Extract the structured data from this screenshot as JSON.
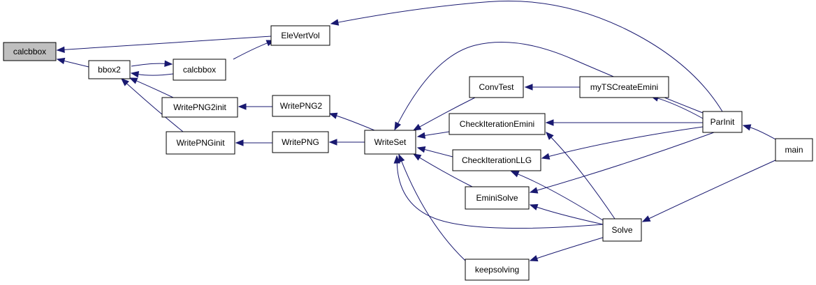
{
  "diagram": {
    "nodes": [
      {
        "id": "calcbbox_root",
        "label": "calcbbox",
        "highlight": true,
        "clickable": false
      },
      {
        "id": "bbox2",
        "label": "bbox2",
        "clickable": true
      },
      {
        "id": "calcbbox2",
        "label": "calcbbox",
        "clickable": true
      },
      {
        "id": "elevertvol",
        "label": "EleVertVol",
        "clickable": true
      },
      {
        "id": "writepng2init",
        "label": "WritePNG2init",
        "clickable": true
      },
      {
        "id": "writepnginit",
        "label": "WritePNGinit",
        "clickable": true
      },
      {
        "id": "writepng2",
        "label": "WritePNG2",
        "clickable": true
      },
      {
        "id": "writepng",
        "label": "WritePNG",
        "clickable": true
      },
      {
        "id": "writeset",
        "label": "WriteSet",
        "clickable": true
      },
      {
        "id": "convtest",
        "label": "ConvTest",
        "clickable": true
      },
      {
        "id": "checkemini",
        "label": "CheckIterationEmini",
        "clickable": true
      },
      {
        "id": "checkllg",
        "label": "CheckIterationLLG",
        "clickable": true
      },
      {
        "id": "eminisolve",
        "label": "EminiSolve",
        "clickable": true
      },
      {
        "id": "keepsolving",
        "label": "keepsolving",
        "clickable": true
      },
      {
        "id": "mytscreate",
        "label": "myTSCreateEmini",
        "clickable": true
      },
      {
        "id": "parinit",
        "label": "ParInit",
        "clickable": true
      },
      {
        "id": "solve",
        "label": "Solve",
        "clickable": true
      },
      {
        "id": "main",
        "label": "main",
        "clickable": true
      }
    ],
    "edges": [
      {
        "from": "bbox2",
        "to": "calcbbox_root"
      },
      {
        "from": "elevertvol",
        "to": "calcbbox_root"
      },
      {
        "from": "calcbbox2",
        "to": "bbox2"
      },
      {
        "from": "bbox2",
        "to": "calcbbox2"
      },
      {
        "from": "writepng2init",
        "to": "bbox2"
      },
      {
        "from": "writepnginit",
        "to": "bbox2"
      },
      {
        "from": "calcbbox2",
        "to": "elevertvol"
      },
      {
        "from": "parinit",
        "to": "elevertvol"
      },
      {
        "from": "writepng2",
        "to": "writepng2init"
      },
      {
        "from": "writepng",
        "to": "writepnginit"
      },
      {
        "from": "writeset",
        "to": "writepng2"
      },
      {
        "from": "writeset",
        "to": "writepng"
      },
      {
        "from": "convtest",
        "to": "writeset"
      },
      {
        "from": "checkemini",
        "to": "writeset"
      },
      {
        "from": "checkllg",
        "to": "writeset"
      },
      {
        "from": "eminisolve",
        "to": "writeset"
      },
      {
        "from": "keepsolving",
        "to": "writeset"
      },
      {
        "from": "solve",
        "to": "writeset"
      },
      {
        "from": "parinit",
        "to": "writeset"
      },
      {
        "from": "mytscreate",
        "to": "convtest"
      },
      {
        "from": "parinit",
        "to": "mytscreate"
      },
      {
        "from": "parinit",
        "to": "checkemini"
      },
      {
        "from": "solve",
        "to": "checkemini"
      },
      {
        "from": "parinit",
        "to": "checkllg"
      },
      {
        "from": "solve",
        "to": "checkllg"
      },
      {
        "from": "parinit",
        "to": "eminisolve"
      },
      {
        "from": "solve",
        "to": "eminisolve"
      },
      {
        "from": "solve",
        "to": "keepsolving"
      },
      {
        "from": "main",
        "to": "parinit"
      },
      {
        "from": "main",
        "to": "solve"
      }
    ]
  }
}
